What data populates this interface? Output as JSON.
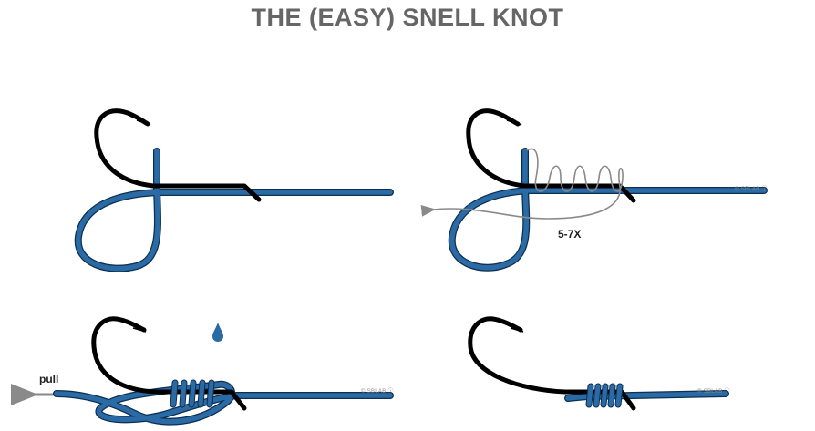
{
  "title": "THE (EASY) SNELL KNOT",
  "colors": {
    "line": "#2a6aa5",
    "line_outline": "#0d2f50",
    "hook": "#000000",
    "working_tag": "#8a8a8a",
    "arrow": "#8a8a8a",
    "title": "#666666"
  },
  "steps": [
    {
      "id": 1,
      "description": "Line laid along hook shank with loop below",
      "label": null
    },
    {
      "id": 2,
      "description": "Wrap tag end around shank and line",
      "label": "5-7X"
    },
    {
      "id": 3,
      "description": "Moisten and pull tag end to tighten",
      "label": "pull",
      "icon": "water-drop-icon"
    },
    {
      "id": 4,
      "description": "Finished snell knot",
      "label": null
    }
  ],
  "watermark": "© SBLAB ⓘ"
}
